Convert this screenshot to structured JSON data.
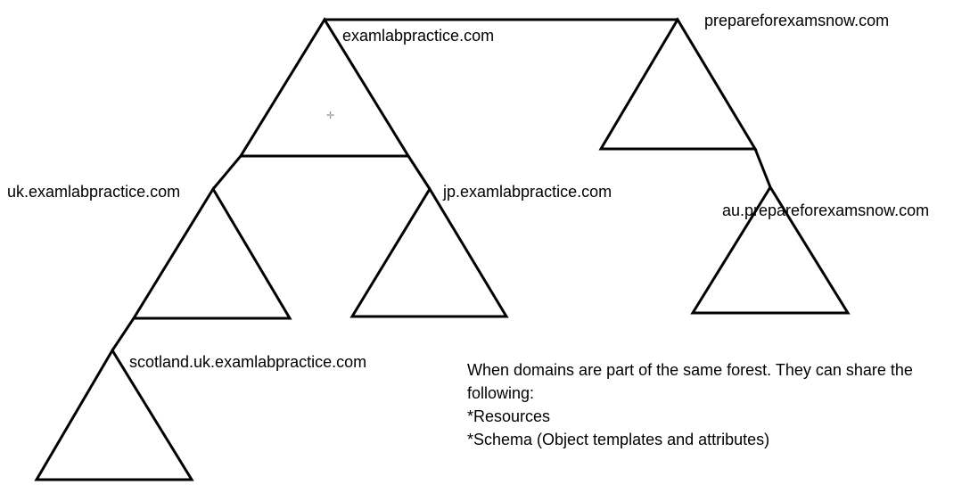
{
  "domains": {
    "root": "examlabpractice.com",
    "uk": "uk.examlabpractice.com",
    "jp": "jp.examlabpractice.com",
    "scotland": "scotland.uk.examlabpractice.com",
    "second_root": "prepareforexamsnow.com",
    "au": "au.prepareforexamsnow.com"
  },
  "note": {
    "line1": "When domains are part of the same forest. They can share the",
    "line2": "following:",
    "line3": "*Resources",
    "line4": "*Schema (Object templates and attributes)"
  },
  "colors": {
    "stroke": "#000000",
    "background": "#ffffff"
  }
}
